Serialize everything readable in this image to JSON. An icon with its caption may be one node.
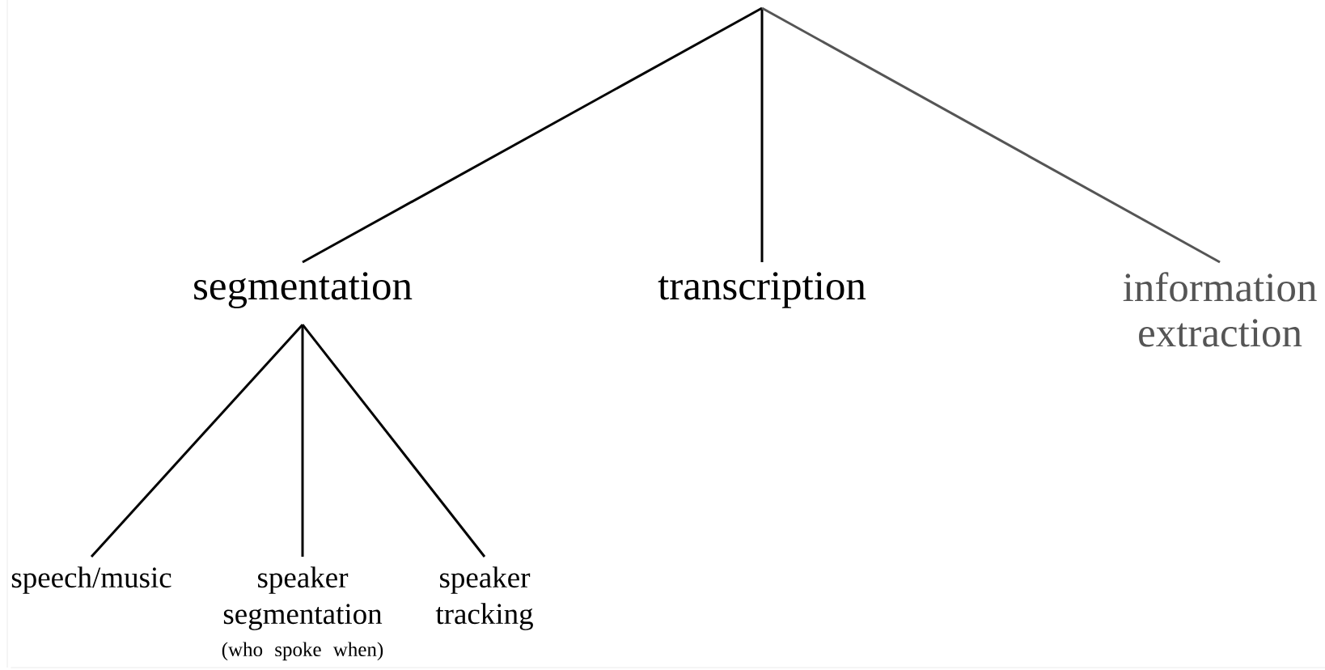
{
  "diagram": {
    "nodes": [
      {
        "text": [
          "segmentation"
        ]
      },
      {
        "text": [
          "transcription"
        ]
      },
      {
        "text": [
          "information extraction"
        ]
      },
      {
        "text": [
          "speech/music"
        ]
      },
      {
        "text": [
          "speaker segmentation",
          "(who spoke when)"
        ]
      },
      {
        "text": [
          "speaker tracking"
        ]
      }
    ],
    "edges": [
      {
        "from": null,
        "to": 0,
        "arrow": "none"
      },
      {
        "from": null,
        "to": 1,
        "arrow": "none"
      },
      {
        "from": null,
        "to": 2,
        "arrow": "none",
        "color": "#555555"
      },
      {
        "from": 0,
        "to": 3,
        "arrow": "none"
      },
      {
        "from": 0,
        "to": 4,
        "arrow": "none"
      },
      {
        "from": 0,
        "to": 5,
        "arrow": "none"
      }
    ]
  }
}
